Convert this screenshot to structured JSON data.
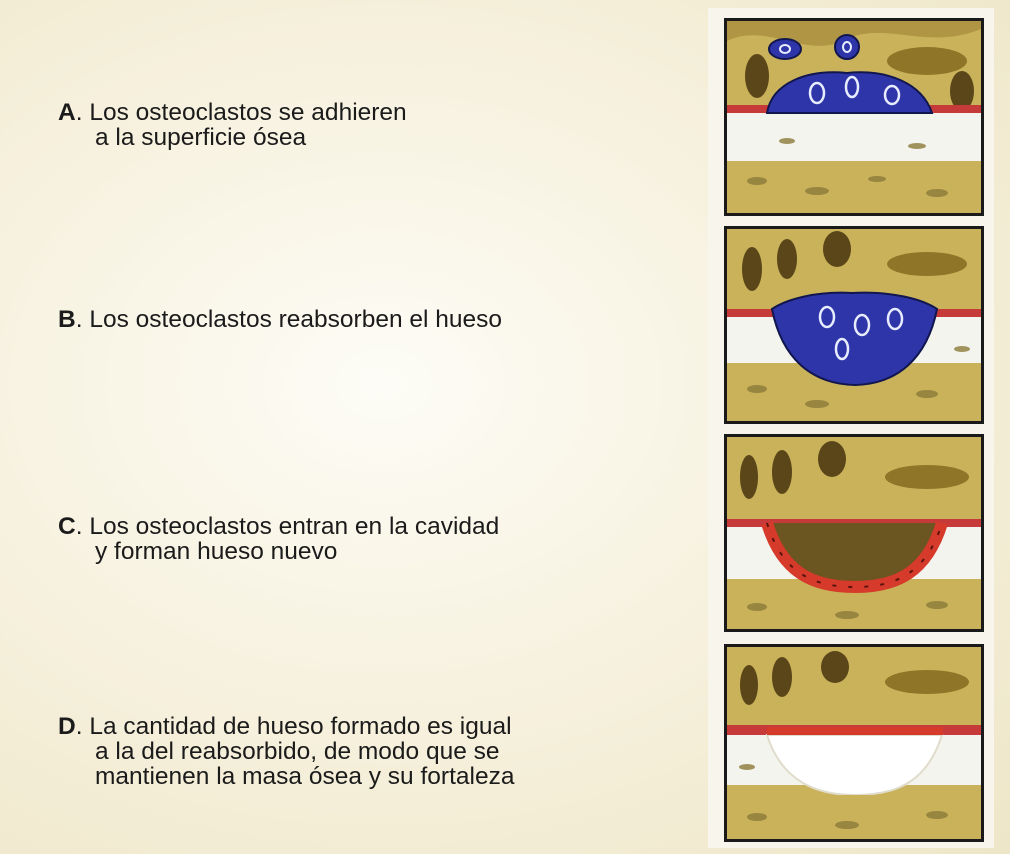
{
  "steps": [
    {
      "letter": "A",
      "lines": [
        "Los osteoclastos se adhieren",
        "a la superficie ósea"
      ]
    },
    {
      "letter": "B",
      "lines": [
        "Los osteoclastos reabsorben el hueso"
      ]
    },
    {
      "letter": "C",
      "lines": [
        "Los osteoclastos entran en la cavidad",
        "y forman hueso nuevo"
      ]
    },
    {
      "letter": "D",
      "lines": [
        "La cantidad de hueso formado es igual",
        "a la del reabsorbido, de modo que se",
        "mantienen la masa ósea y su fortaleza"
      ]
    }
  ],
  "colors": {
    "background": "#f7f2e0",
    "spongy_bone": "#c9b25a",
    "osteoclast": "#2e35a8",
    "osteoblast": "#d63a2a",
    "cortical_bone": "#f4f4ee",
    "frame": "#1a1a1a"
  }
}
